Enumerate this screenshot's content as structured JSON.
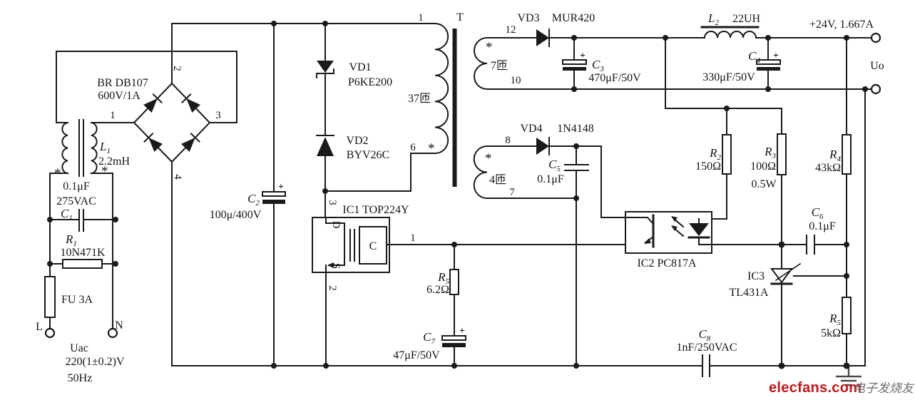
{
  "schematic": {
    "polarity_mark": "*",
    "plus": "+",
    "colors": {
      "wire": "#1a1a1a",
      "watermark_red": "#c0161c",
      "watermark_gray": "#6e6e6e"
    },
    "input": {
      "l_terminal": "L",
      "n_terminal": "N",
      "uac": "Uac",
      "voltage": "220(1±0.2)V",
      "frequency": "50Hz",
      "fuse": "FU 3A",
      "c1": {
        "ref": "C",
        "sub": "1",
        "value": "0.1μF",
        "rating": "275VAC"
      },
      "r1": {
        "ref": "R",
        "sub": "1",
        "value": "10N471K"
      },
      "l1": {
        "ref": "L",
        "sub": "1",
        "value": "2.2mH"
      },
      "bridge": {
        "name": "BR DB107",
        "rating": "600V/1A",
        "pin1": "1",
        "pin2": "2",
        "pin3": "3",
        "pin4": "4"
      }
    },
    "primary": {
      "c2": {
        "ref": "C",
        "sub": "2",
        "value": "100μ/400V"
      },
      "vd1": {
        "name": "VD1",
        "part": "P6KE200"
      },
      "vd2": {
        "name": "VD2",
        "part": "BYV26C"
      },
      "ic1": {
        "name": "IC1 TOP224Y",
        "drain": "D",
        "source": "S",
        "control": "C",
        "pin1": "1",
        "pin2": "2",
        "pin3": "3"
      },
      "r5": {
        "ref": "R",
        "sub": "5",
        "value": "6.2Ω"
      },
      "c7": {
        "ref": "C",
        "sub": "7",
        "value": "47μF/50V"
      }
    },
    "transformer": {
      "name": "T",
      "pin1": "1",
      "pin6": "6",
      "pin12": "12",
      "pin10": "10",
      "pin8": "8",
      "pin7": "7",
      "primary_turns": "37匝",
      "sec_turns_7": "7匝",
      "sec_turns_4": "4匝"
    },
    "secondary": {
      "vd3": {
        "name": "VD3",
        "part": "MUR420"
      },
      "c3": {
        "ref": "C",
        "sub": "3",
        "value": "470μF/50V"
      },
      "l2": {
        "ref": "L",
        "sub": "2",
        "value": "22UH"
      },
      "c4": {
        "ref": "C",
        "sub": "4",
        "value": "330μF/50V"
      },
      "vd4": {
        "name": "VD4",
        "part": "1N4148"
      },
      "c5": {
        "ref": "C",
        "sub": "5",
        "value": "0.1μF"
      }
    },
    "output": {
      "rating": "+24V, 1.667A",
      "label": "Uo"
    },
    "feedback": {
      "r2": {
        "ref": "R",
        "sub": "2",
        "value": "150Ω"
      },
      "r3": {
        "ref": "R",
        "sub": "3",
        "value": "100Ω",
        "power": "0.5W"
      },
      "r4": {
        "ref": "R",
        "sub": "4",
        "value": "43kΩ"
      },
      "c6": {
        "ref": "C",
        "sub": "6",
        "value": "0.1μF"
      },
      "ic2": {
        "name": "IC2  PC817A"
      },
      "ic3": {
        "name": "IC3",
        "part": "TL431A"
      },
      "r5": {
        "ref": "R",
        "sub": "5",
        "value": "5kΩ"
      },
      "c8": {
        "ref": "C",
        "sub": "8",
        "value": "1nF/250VAC"
      }
    },
    "watermark": {
      "brand": "elecfans.com",
      "cn": "电子发烧友"
    }
  }
}
